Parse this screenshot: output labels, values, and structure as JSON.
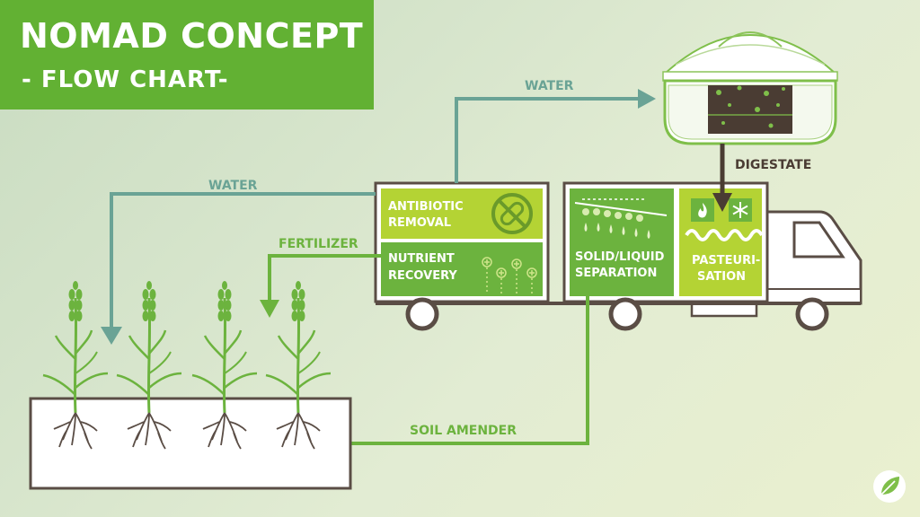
{
  "title": {
    "main": "NOMAD CONCEPT",
    "sub": "- FLOW CHART-"
  },
  "flow_labels": {
    "water_top": "WATER",
    "water_left": "WATER",
    "digestate": "DIGESTATE",
    "fertilizer": "FERTILIZER",
    "soil_amender": "SOIL AMENDER"
  },
  "process_units": {
    "antibiotic_removal": [
      "ANTIBIOTIC",
      "REMOVAL"
    ],
    "nutrient_recovery": [
      "NUTRIENT",
      "RECOVERY"
    ],
    "solid_liquid_separation": [
      "SOLID/LIQUID",
      "SEPARATION"
    ],
    "pasteurisation": [
      "PASTEURI-",
      "SATION"
    ]
  },
  "colors": {
    "title_green": "#62b133",
    "panel_green": "#6cb33e",
    "lime_panel": "#b4d334",
    "arrow_teal": "#6aa395",
    "arrow_green": "#6cb33e",
    "digestate_brown": "#4a3c33",
    "outline_gray": "#5a4d45"
  },
  "icons": [
    "no-pill-icon",
    "flame-icon",
    "snowflake-icon",
    "leaf-logo-icon",
    "wheat-plant-icon"
  ]
}
